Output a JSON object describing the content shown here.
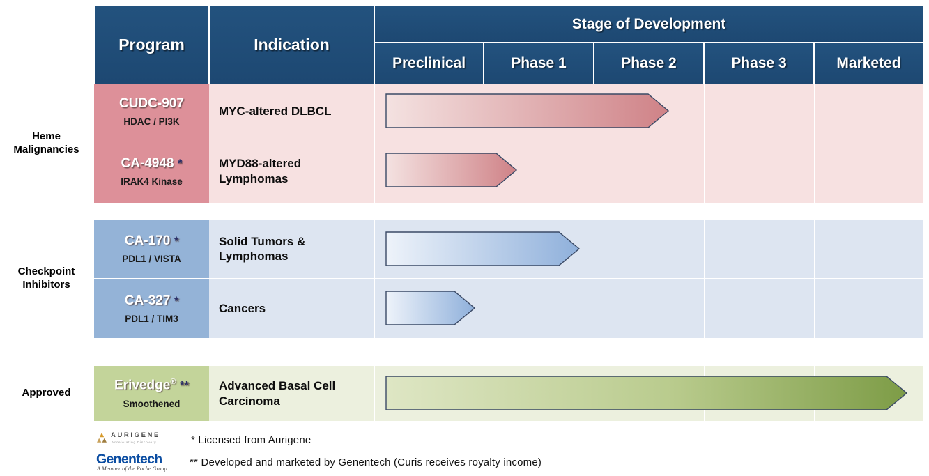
{
  "header": {
    "program": "Program",
    "indication": "Indication",
    "stage_of_development": "Stage of Development",
    "stages": [
      "Preclinical",
      "Phase 1",
      "Phase 2",
      "Phase 3",
      "Marketed"
    ]
  },
  "groups": [
    {
      "label": "Heme\nMalignancies",
      "theme": "red"
    },
    {
      "label": "Checkpoint\nInhibitors",
      "theme": "blue"
    },
    {
      "label": "Approved",
      "theme": "green"
    }
  ],
  "rows": [
    {
      "program": "CUDC-907",
      "program_footnote": "",
      "program_sup": "",
      "target": "HDAC  / PI3K",
      "indication": "MYC-altered DLBCL",
      "theme": "red",
      "progress_stage": "Phase 2",
      "progress_fraction": 0.51
    },
    {
      "program": "CA-4948",
      "program_footnote": "*",
      "program_sup": "",
      "target": "IRAK4  Kinase",
      "indication": "MYD88-altered\nLymphomas",
      "theme": "red",
      "progress_stage": "Phase 1",
      "progress_fraction": 0.235
    },
    {
      "program": "CA-170",
      "program_footnote": "*",
      "program_sup": "",
      "target": "PDL1 / VISTA",
      "indication": "Solid Tumors &\nLymphomas",
      "theme": "blue",
      "progress_stage": "Phase 1",
      "progress_fraction": 0.352
    },
    {
      "program": "CA-327",
      "program_footnote": "*",
      "program_sup": "",
      "target": "PDL1 /  TIM3",
      "indication": "Cancers",
      "theme": "blue",
      "progress_stage": "Preclinical",
      "progress_fraction": 0.162
    },
    {
      "program": "Erivedge",
      "program_footnote": "**",
      "program_sup": "®",
      "target": "Smoothened",
      "indication": "Advanced Basal Cell\nCarcinoma",
      "theme": "green",
      "progress_stage": "Marketed",
      "progress_fraction": 1.0
    }
  ],
  "footnotes": [
    {
      "logo": "aurigene-logo",
      "marker": "*",
      "text": "* Licensed  from  Aurigene"
    },
    {
      "logo": "genentech-logo",
      "marker": "**",
      "text": "**  Developed  and marketed  by Genentech  (Curis receives  royalty  income)"
    }
  ],
  "logos": {
    "aurigene": {
      "wordmark": "AURIGENE",
      "tagline": "Accelerating Discovery"
    },
    "genentech": {
      "wordmark": "Genentech",
      "tagline": "A Member of the Roche Group"
    }
  },
  "colors": {
    "header_blue": "#1f4e79",
    "red_program": "#dd9099",
    "red_body": "#f7e1e1",
    "blue_program": "#94b3d7",
    "blue_body": "#dde5f1",
    "green_program": "#c3d49a",
    "green_body": "#ecf0de",
    "arrow_red_start": "#f2dcdc",
    "arrow_red_end": "#cf8287",
    "arrow_blue_start": "#eef3fa",
    "arrow_blue_end": "#8fb0db",
    "arrow_green_start": "#dde5c3",
    "arrow_green_end": "#7d9c46",
    "arrow_stroke": "#3b4a66",
    "genentech_blue": "#0b4da2"
  }
}
